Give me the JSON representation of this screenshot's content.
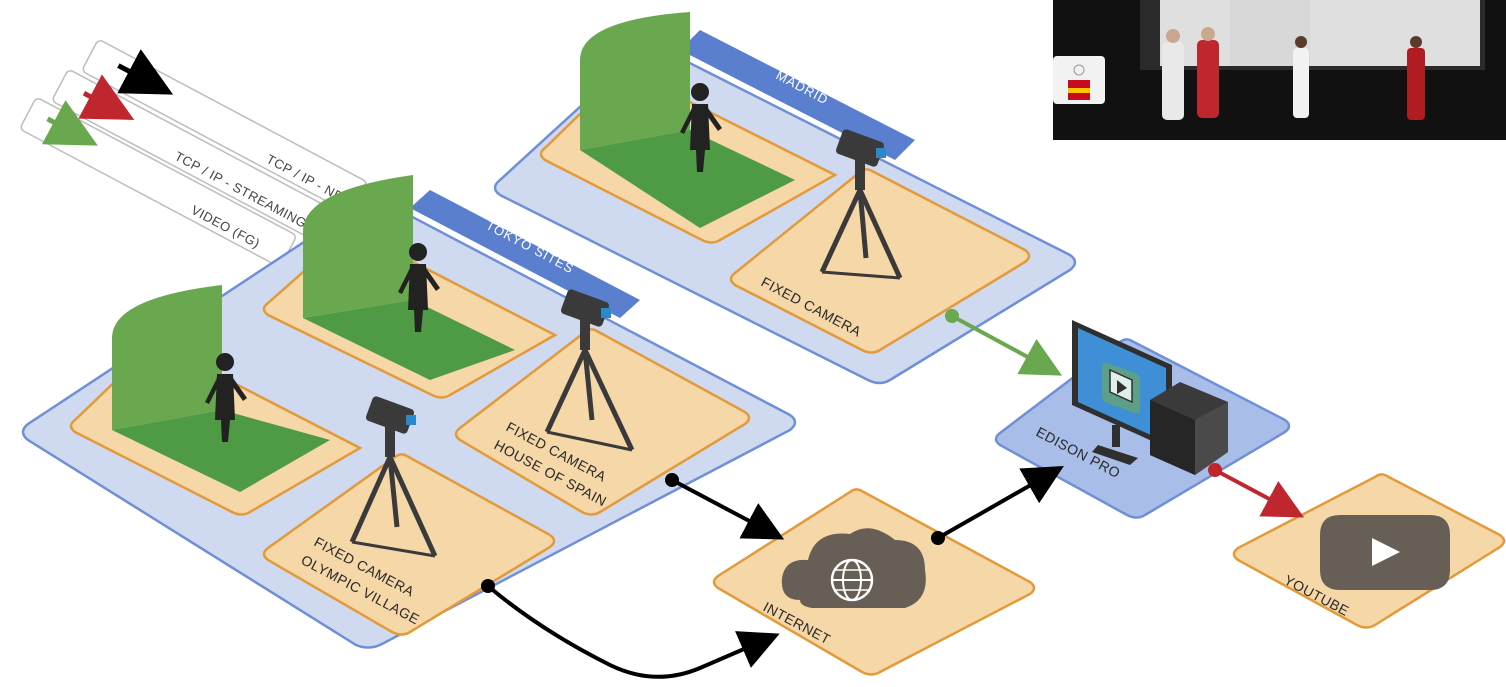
{
  "legend": {
    "items": [
      {
        "label": "TCP / IP - NDI",
        "color": "#000000"
      },
      {
        "label": "TCP / IP - STREAMING",
        "color": "#c0262d"
      },
      {
        "label": "VIDEO (FG)",
        "color": "#6aa84f"
      }
    ]
  },
  "regions": {
    "madrid": "MADRID",
    "tokyo": "TOKYO SITES"
  },
  "cameras": {
    "madrid_fixed": "FIXED CAMERA",
    "house_line1": "FIXED CAMERA",
    "house_line2": "HOUSE OF SPAIN",
    "village_line1": "FIXED CAMERA",
    "village_line2": "OLYMPIC VILLAGE"
  },
  "nodes": {
    "edison": "EDISON PRO",
    "internet": "INTERNET",
    "youtube": "YOUTUBE"
  },
  "colors": {
    "region_fill": "#cfd9f0",
    "region_stroke": "#6f8fd6",
    "tab_fill": "#5b7fcf",
    "tile_fill": "#f6d7a8",
    "tile_stroke": "#e29a3a",
    "green_screen": "#6aa84f",
    "green_floor": "#4f9a45",
    "ndi": "#000000",
    "streaming": "#c0262d",
    "video": "#6aa84f"
  }
}
